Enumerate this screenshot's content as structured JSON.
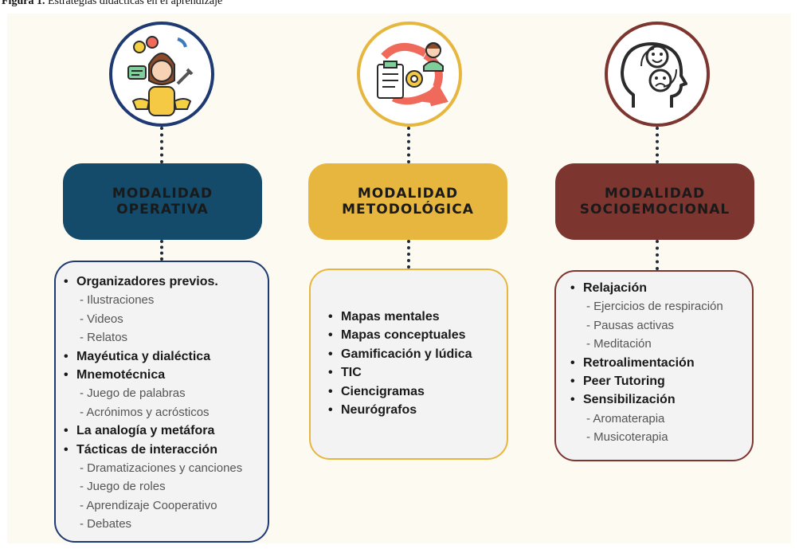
{
  "caption": {
    "label": "Figura 1.",
    "text": "Estrategias didácticas en el aprendizaje"
  },
  "colors": {
    "operativa": "#144a6a",
    "metodologica": "#e6b63e",
    "socioemocional": "#7d3530",
    "card_border_operativa": "#1f3a73",
    "card_border_metodologica": "#e6b63e",
    "card_border_socioemocional": "#7d3530"
  },
  "columns": [
    {
      "icon": "person-with-emojis-icon",
      "title": [
        "MODALIDAD",
        "OPERATIVA"
      ],
      "items": [
        {
          "text": "Organizadores previos.",
          "level": "bullet"
        },
        {
          "text": "Ilustraciones",
          "level": "sub"
        },
        {
          "text": "Videos",
          "level": "sub"
        },
        {
          "text": "Relatos",
          "level": "sub"
        },
        {
          "text": "Mayéutica y dialéctica",
          "level": "bullet"
        },
        {
          "text": "Mnemotécnica",
          "level": "bullet"
        },
        {
          "text": "Juego de palabras",
          "level": "sub"
        },
        {
          "text": "Acrónimos y acrósticos",
          "level": "sub"
        },
        {
          "text": "La analogía y metáfora",
          "level": "bullet"
        },
        {
          "text": "Tácticas de interacción",
          "level": "bullet"
        },
        {
          "text": "Dramatizaciones y canciones",
          "level": "sub"
        },
        {
          "text": "Juego de roles",
          "level": "sub"
        },
        {
          "text": "Aprendizaje Cooperativo",
          "level": "sub"
        },
        {
          "text": "Debates",
          "level": "sub"
        }
      ]
    },
    {
      "icon": "clipboard-gear-cycle-icon",
      "title": [
        "MODALIDAD",
        "METODOLÓGICA"
      ],
      "items": [
        {
          "text": "Mapas mentales",
          "level": "bullet"
        },
        {
          "text": "Mapas conceptuales",
          "level": "bullet"
        },
        {
          "text": "Gamificación y lúdica",
          "level": "bullet"
        },
        {
          "text": "TIC",
          "level": "bullet"
        },
        {
          "text": "Ciencigramas",
          "level": "bullet"
        },
        {
          "text": "Neurógrafos",
          "level": "bullet"
        }
      ]
    },
    {
      "icon": "head-emotions-icon",
      "title": [
        "MODALIDAD",
        "SOCIOEMOCIONAL"
      ],
      "items": [
        {
          "text": "Relajación",
          "level": "bullet"
        },
        {
          "text": "Ejercicios de respiración",
          "level": "sub"
        },
        {
          "text": "Pausas activas",
          "level": "sub"
        },
        {
          "text": "Meditación",
          "level": "sub"
        },
        {
          "text": "Retroalimentación",
          "level": "bullet"
        },
        {
          "text": "Peer Tutoring",
          "level": "bullet"
        },
        {
          "text": "Sensibilización",
          "level": "bullet"
        },
        {
          "text": "Aromaterapia",
          "level": "sub"
        },
        {
          "text": "Musicoterapia",
          "level": "sub"
        }
      ]
    }
  ]
}
